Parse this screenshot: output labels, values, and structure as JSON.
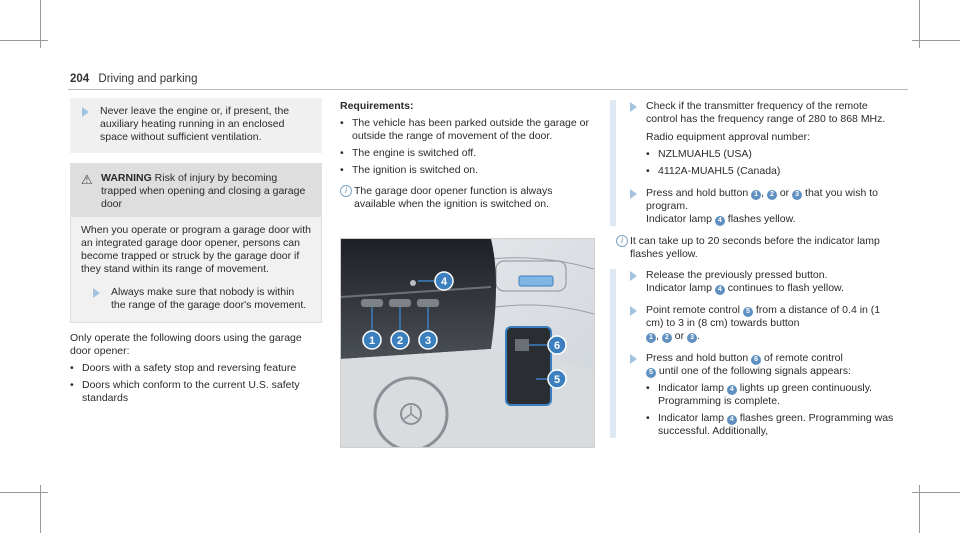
{
  "header": {
    "page_number": "204",
    "section": "Driving and parking"
  },
  "col1": {
    "tip1": "Never leave the engine or, if present, the auxiliary heating running in an enclosed space without sufficient venti­lation.",
    "warning_title": "WARNING",
    "warning_text": "Risk of injury by becoming trapped when opening and closing a garage door",
    "warning_body": "When you operate or program a garage door with an integrated garage door opener, per­sons can become trapped or struck by the garage door if they stand within its range of movement.",
    "warning_tip": "Always make sure that nobody is within the range of the garage door's move­ment.",
    "only_operate": "Only operate the following doors using the garage door opener:",
    "bullets": [
      "Doors with a safety stop and reversing fea­ture",
      "Doors which conform to the current U.S. safety standards"
    ]
  },
  "col2": {
    "req_title": "Requirements:",
    "requirements": [
      "The vehicle has been parked outside the garage or outside the range of movement of the door.",
      "The engine is switched off.",
      "The ignition is switched on."
    ],
    "info": "The garage door opener function is always available when the ignition is switched on."
  },
  "figure": {
    "callouts": [
      "1",
      "2",
      "3",
      "4",
      "5",
      "6"
    ]
  },
  "col3": {
    "step1": "Check if the transmitter frequency of the remote control has the frequency range of 280 to 868 MHz.",
    "radio_label": "Radio equipment approval number:",
    "radio_numbers": [
      "NZLMUAHL5 (USA)",
      "4112A-MUAHL5 (Canada)"
    ],
    "step2_a": "Press and hold button",
    "step2_sep1": ",",
    "step2_or": "or",
    "step2_b": "that you wish to program.",
    "step2_c": "Indicator lamp",
    "step2_d": "flashes yellow.",
    "info": "It can take up to 20 seconds before the indi­cator lamp flashes yellow.",
    "step3_a": "Release the previously pressed button.",
    "step3_b": "Indicator lamp",
    "step3_c": "continues to flash yellow.",
    "step4_a": "Point remote control",
    "step4_b": "from a distance of 0.4 in (1 cm) to 3 in (8 cm) towards button",
    "step4_sep1": ",",
    "step4_or": "or",
    "step4_end": ".",
    "step5_a": "Press and hold button",
    "step5_b": "of remote control",
    "step5_c": "until one of the following signals appears:",
    "sub1_a": "Indicator lamp",
    "sub1_b": "lights up green contin­uously. Programming is complete.",
    "sub2_a": "Indicator lamp",
    "sub2_b": "flashes green. Pro­gramming was successful. Additionally,"
  }
}
